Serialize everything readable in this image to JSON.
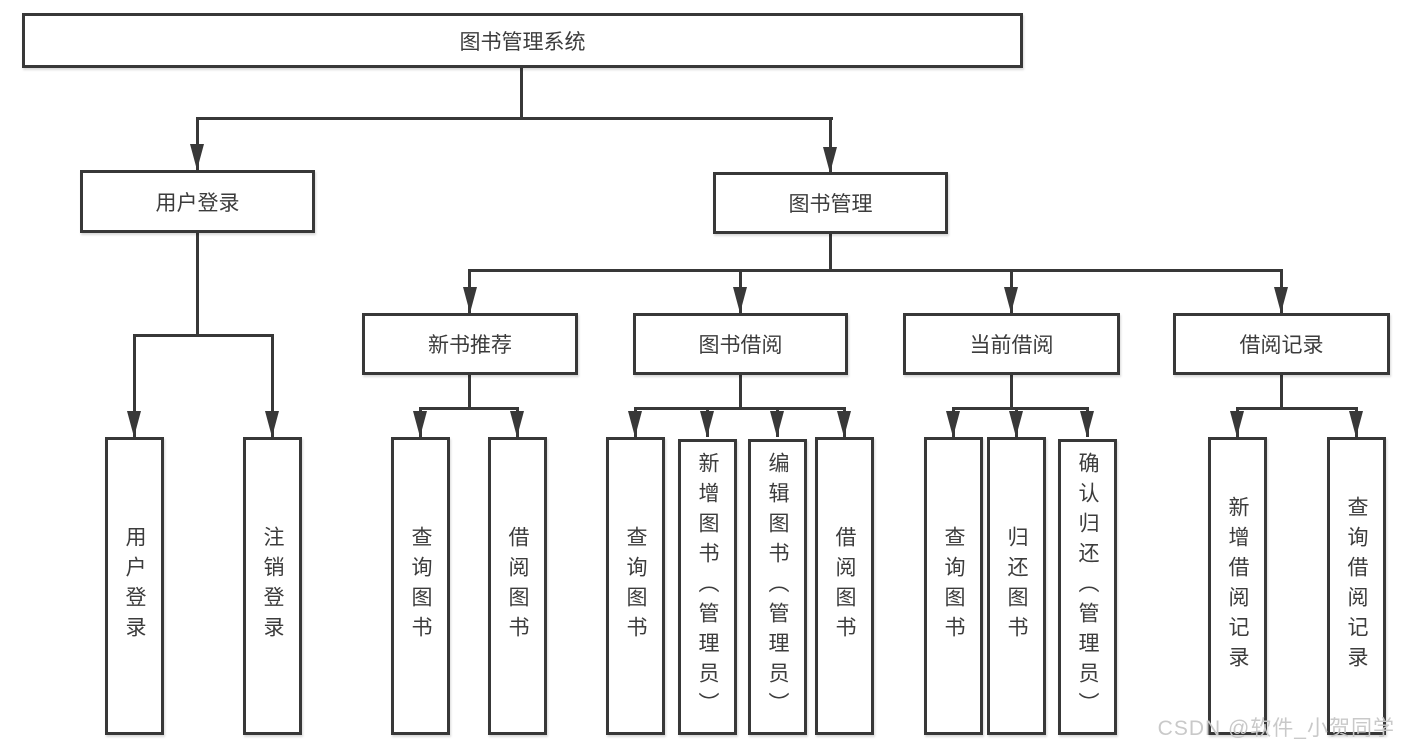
{
  "diagram_title": "图书管理系统",
  "tree": {
    "label": "图书管理系统",
    "children": [
      {
        "label": "用户登录",
        "children": [
          {
            "label": "用户登录"
          },
          {
            "label": "注销登录"
          }
        ]
      },
      {
        "label": "图书管理",
        "children": [
          {
            "label": "新书推荐",
            "children": [
              {
                "label": "查询图书"
              },
              {
                "label": "借阅图书"
              }
            ]
          },
          {
            "label": "图书借阅",
            "children": [
              {
                "label": "查询图书"
              },
              {
                "label": "新增图书（管理员）"
              },
              {
                "label": "编辑图书（管理员）"
              },
              {
                "label": "借阅图书"
              }
            ]
          },
          {
            "label": "当前借阅",
            "children": [
              {
                "label": "查询图书"
              },
              {
                "label": "归还图书"
              },
              {
                "label": "确认归还（管理员）"
              }
            ]
          },
          {
            "label": "借阅记录",
            "children": [
              {
                "label": "新增借阅记录"
              },
              {
                "label": "查询借阅记录"
              }
            ]
          }
        ]
      }
    ]
  },
  "watermark": "CSDN @软件_小贺同学",
  "colors": {
    "line": "#383838",
    "box_background": "#ffffff",
    "text": "#3c3c3c",
    "watermark": "#c9c9c9"
  }
}
